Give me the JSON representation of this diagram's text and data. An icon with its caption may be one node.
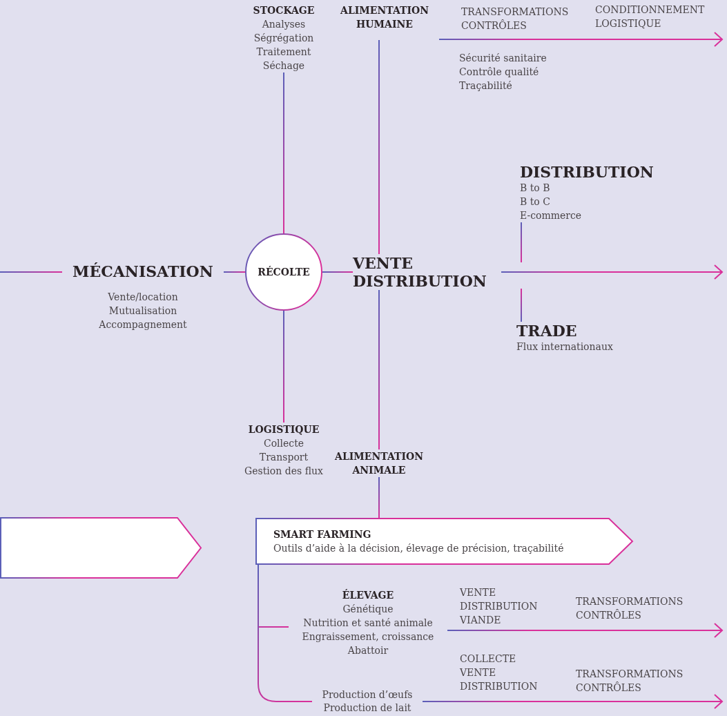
{
  "diagram": {
    "nodes": [
      {
        "text": [
          "STOCKAGE",
          "Analyses",
          "Ségrégation",
          "Traitement",
          "Séchage"
        ]
      },
      {
        "text": [
          "ALIMENTATION HUMAINE"
        ]
      },
      {
        "text": [
          "MÉCANISATION",
          "Vente/location",
          "Mutualisation",
          "Accompagnement"
        ]
      },
      {
        "text": [
          "RÉCOLTE"
        ]
      },
      {
        "text": [
          "VENTE DISTRIBUTION"
        ]
      },
      {
        "text": [
          "DISTRIBUTION",
          "B to B",
          "B to C",
          "E-commerce"
        ]
      },
      {
        "text": [
          "TRADE",
          "Flux internationaux"
        ]
      },
      {
        "text": [
          "LOGISTIQUE",
          "Collecte",
          "Transport",
          "Gestion des flux"
        ]
      },
      {
        "text": [
          "ALIMENTATION ANIMALE"
        ]
      },
      {
        "text": [],
        "shape": "chevron"
      },
      {
        "text": [
          "SMART FARMING",
          "Outils d’aide à la décision, élevage de précision, traçabilité"
        ]
      },
      {
        "text": [
          "ÉLEVAGE",
          "Génétique",
          "Nutrition et santé animale",
          "Engraissement, croissance",
          "Abattoir"
        ]
      },
      {
        "text": [
          "Production d’œufs",
          "Production de lait"
        ]
      }
    ],
    "edges": [
      {
        "from": null,
        "to": 2,
        "arrow": "none"
      },
      {
        "from": 2,
        "to": 3,
        "arrow": "none"
      },
      {
        "from": 3,
        "to": 4,
        "arrow": "none"
      },
      {
        "from": 0,
        "to": 3,
        "arrow": "none"
      },
      {
        "from": 3,
        "to": 7,
        "arrow": "none"
      },
      {
        "from": 1,
        "to": 4,
        "arrow": "none"
      },
      {
        "from": 4,
        "to": 8,
        "arrow": "none"
      },
      {
        "from": 8,
        "to": 10,
        "arrow": "none"
      },
      {
        "from": 4,
        "to": null,
        "arrow": "to"
      },
      {
        "from": 5,
        "to": null,
        "arrow": "none"
      },
      {
        "from": 6,
        "to": null,
        "arrow": "none"
      },
      {
        "from": 1,
        "to": null,
        "arrow": "to"
      },
      {
        "from": 10,
        "to": 11,
        "arrow": "none"
      },
      {
        "from": 10,
        "to": 12,
        "arrow": "none"
      },
      {
        "from": 11,
        "to": null,
        "arrow": "to"
      },
      {
        "from": 12,
        "to": null,
        "arrow": "to"
      }
    ],
    "labels": [
      "TRANSFORMATIONS CONTRÔLES",
      "CONDITIONNEMENT LOGISTIQUE",
      "Sécurité sanitaire Contrôle qualité Traçabilité",
      "VENTE DISTRIBUTION VIANDE",
      "TRANSFORMATIONS CONTRÔLES",
      "COLLECTE VENTE DISTRIBUTION",
      "TRANSFORMATIONS CONTRÔLES"
    ]
  }
}
